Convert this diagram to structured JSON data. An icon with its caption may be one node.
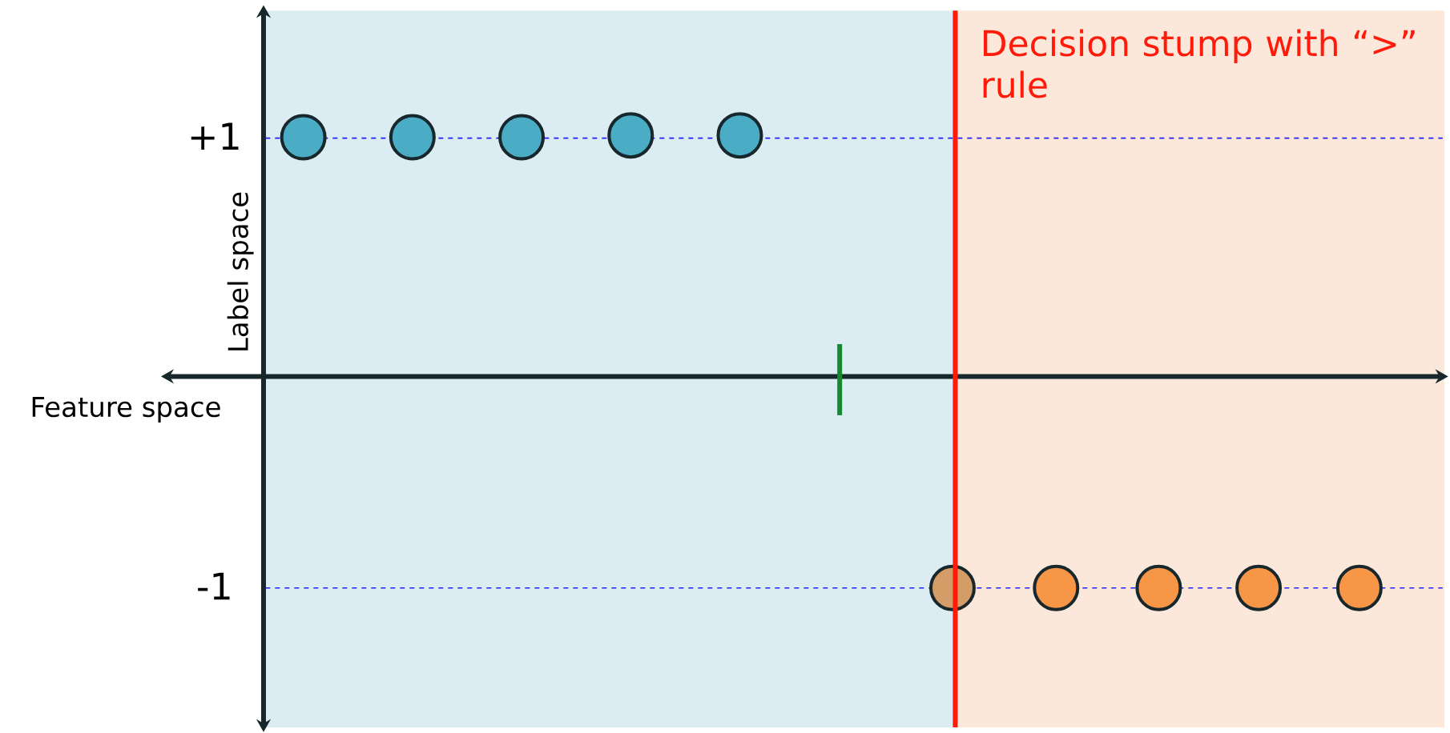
{
  "diagram": {
    "nodes": [
      {
        "text": [],
        "shape": "circle"
      },
      {
        "text": [],
        "shape": "circle"
      },
      {
        "text": [],
        "shape": "circle"
      },
      {
        "text": [],
        "shape": "circle"
      },
      {
        "text": [],
        "shape": "circle"
      },
      {
        "text": [],
        "shape": "circle"
      },
      {
        "text": [],
        "shape": "circle"
      },
      {
        "text": [],
        "shape": "circle"
      },
      {
        "text": [],
        "shape": "circle"
      },
      {
        "text": [],
        "shape": "circle"
      }
    ],
    "labels": [
      "Decision stump with “>” rule",
      "+1",
      "Label space",
      "Feature space",
      "-1"
    ]
  }
}
